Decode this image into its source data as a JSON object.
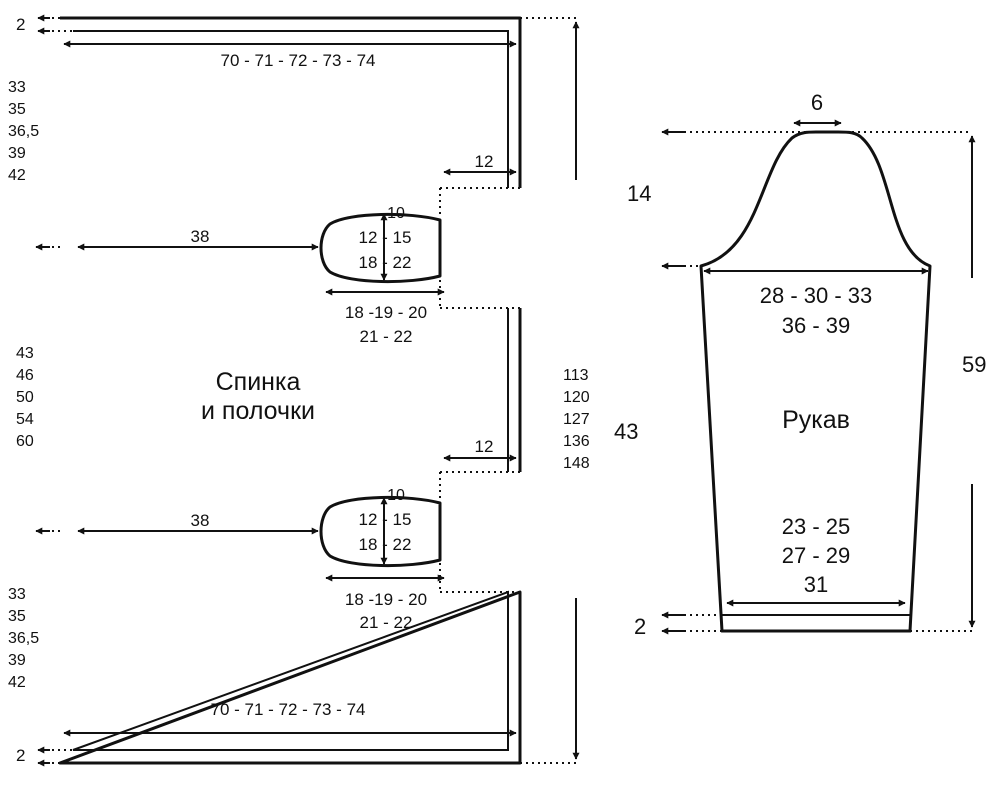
{
  "body_panel": {
    "title_line1": "Спинка",
    "title_line2": "и полочки",
    "hem_label": "2",
    "width_label": "70 - 71 - 72 - 73 - 74",
    "shoulder_height": [
      "33",
      "35",
      "36,5",
      "39",
      "42"
    ],
    "middle_height": [
      "43",
      "46",
      "50",
      "54",
      "60"
    ],
    "armhole_to_center": "38",
    "shoulder_step": "12",
    "pocket_top": "10",
    "pocket_inner": "12 - 15",
    "pocket_lower": "18 - 22",
    "pocket_width_line1": "18 -19 - 20",
    "pocket_width_line2": "21 - 22",
    "armhole_depth": "14",
    "total_height": [
      "113",
      "120",
      "127",
      "136",
      "148"
    ],
    "middle_gap": "43"
  },
  "sleeve": {
    "title": "Рукав",
    "cap_top": "6",
    "cap_width_line1": "28 - 30 - 33",
    "cap_width_line2": "36 - 39",
    "cuff_lines": [
      "23 - 25",
      "27 - 29"
    ],
    "cuff_width": "31",
    "length": "59",
    "hem_label": "2"
  }
}
